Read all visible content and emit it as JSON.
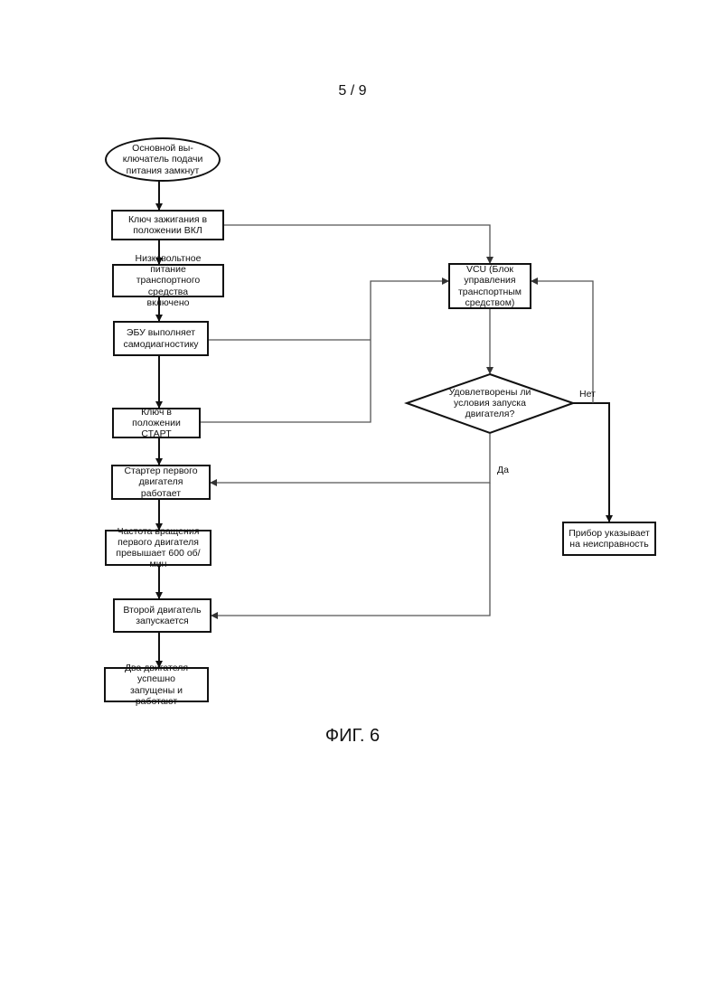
{
  "page_number": "5 / 9",
  "nodes": {
    "start": "Основной вы-\nключатель подачи\nпитания замкнут",
    "ignition_on": "Ключ зажигания в\nположении ВКЛ",
    "low_voltage": "Низковольтное питание\nтранспортного средства\nвключено",
    "ecu_diag": "ЭБУ выполняет\nсамодиагностику",
    "key_start": "Ключ в положении\nСТАРТ",
    "starter": "Стартер первого\nдвигателя\nработает",
    "rpm": "Частота вращения\nпервого двигателя\nпревышает 600 об/мин",
    "second_engine": "Второй двигатель\nзапускается",
    "both_running": "Два двигателя успешно\nзапущены и работают",
    "vcu": "VCU (Блок\nуправления\nтранспортным\nсредством)",
    "decision": "Удовлетворены ли\nусловия запуска\nдвигателя?",
    "fault": "Прибор указывает\nна неисправность"
  },
  "branches": {
    "no": "Нет",
    "yes": "Да"
  },
  "figure_caption": "ФИГ. 6",
  "colors": {
    "line": "#111111",
    "thin_line": "#555555",
    "background": "#ffffff"
  }
}
